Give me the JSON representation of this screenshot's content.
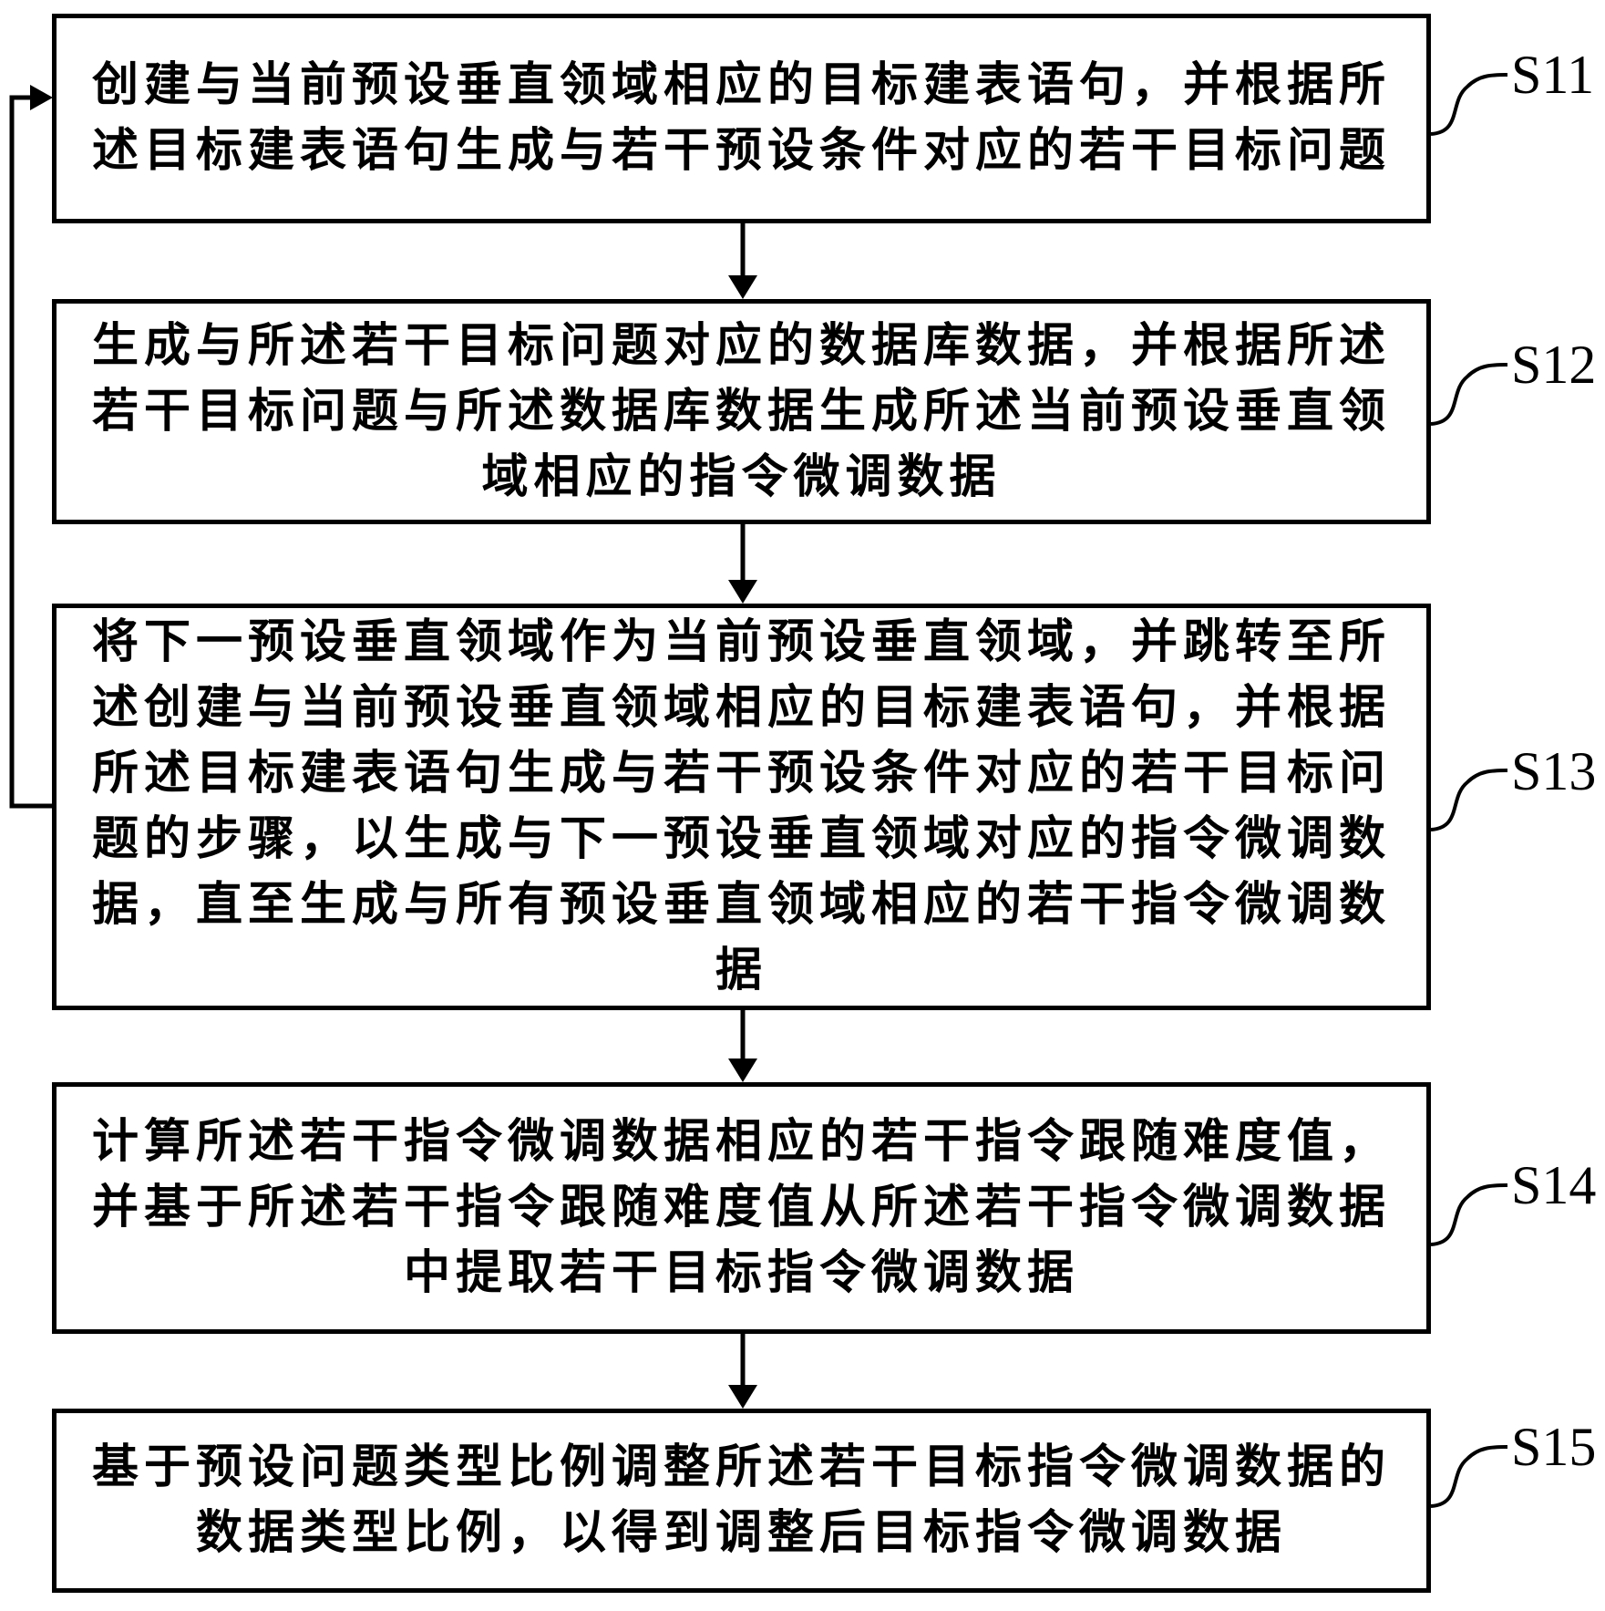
{
  "figure": {
    "steps": [
      {
        "id": "S11",
        "text": "创建与当前预设垂直领域相应的目标建表语句，并根据所\n述目标建表语句生成与若干预设条件对应的若干目标问题"
      },
      {
        "id": "S12",
        "text": "生成与所述若干目标问题对应的数据库数据，并根据所述\n若干目标问题与所述数据库数据生成所述当前预设垂直领\n域相应的指令微调数据"
      },
      {
        "id": "S13",
        "text": "将下一预设垂直领域作为当前预设垂直领域，并跳转至所\n述创建与当前预设垂直领域相应的目标建表语句，并根据\n所述目标建表语句生成与若干预设条件对应的若干目标问\n题的步骤，以生成与下一预设垂直领域对应的指令微调数\n据，直至生成与所有预设垂直领域相应的若干指令微调数\n据"
      },
      {
        "id": "S14",
        "text": "计算所述若干指令微调数据相应的若干指令跟随难度值，\n并基于所述若干指令跟随难度值从所述若干指令微调数据\n中提取若干目标指令微调数据"
      },
      {
        "id": "S15",
        "text": "基于预设问题类型比例调整所述若干目标指令微调数据的\n数据类型比例，以得到调整后目标指令微调数据"
      }
    ],
    "colors": {
      "line": "#000000",
      "background": "#ffffff"
    }
  }
}
